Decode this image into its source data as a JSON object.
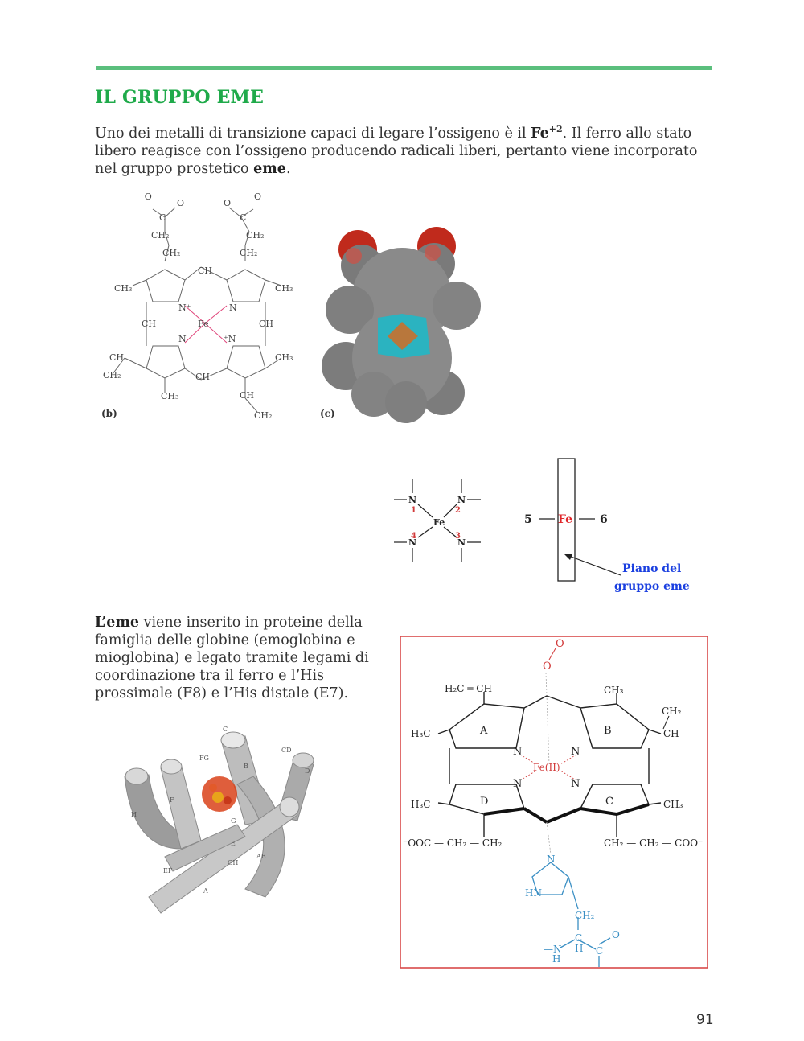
{
  "heading": "IL GRUPPO EME",
  "intro": {
    "part1": "Uno dei metalli di transizione capaci di legare l’ossigeno è il ",
    "fe": "Fe",
    "fe_sup": "+2",
    "part2": ". Il ferro allo stato libero reagisce con l’ossigeno producendo radicali liberi, pertanto viene incorporato nel gruppo prostetico ",
    "eme": "eme",
    "part3": "."
  },
  "figure_top": {
    "panel_b_label": "(b)",
    "panel_c_label": "(c)"
  },
  "coordination_figure": {
    "n_label": "N",
    "fe_label": "Fe",
    "numbers": [
      "1",
      "2",
      "3",
      "4"
    ],
    "axial_left": "5",
    "axial_right": "6",
    "plane_label_line1": "Piano del",
    "plane_label_line2": "gruppo eme"
  },
  "para2": {
    "bold": "L’eme",
    "rest": " viene inserito in proteine della famiglia delle globine (emoglobina e mioglobina) e legato tramite legami di coordinazione tra il ferro e l’His prossimale (F8) e l’His distale (E7)."
  },
  "globin_figure": {
    "helix_labels": [
      "C",
      "CD",
      "D",
      "FG",
      "B",
      "F",
      "H",
      "E",
      "G",
      "AB",
      "GH",
      "EF",
      "A"
    ]
  },
  "heme_box": {
    "o2_top": "O",
    "o2_bottom": "O",
    "fe": "Fe(II)",
    "rings": [
      "A",
      "B",
      "C",
      "D"
    ],
    "n": "N",
    "vinyl_left": "H₂C ═ CH",
    "vinyl_right_top": "CH₂",
    "vinyl_right_bottom": "CH",
    "ch3": "CH₃",
    "h3c": "H₃C",
    "propionate_left": "⁻OOC — CH₂ — CH₂",
    "propionate_right": "CH₂ — CH₂ — COO⁻",
    "his_n": "N",
    "his_hn": "HN",
    "his_ch2": "CH₂",
    "his_c": "C",
    "his_h": "H",
    "his_nh_n": "—N",
    "his_nh_h": "H",
    "his_co_c": "C",
    "his_co_o": "O"
  },
  "page_number": "91",
  "colors": {
    "title_green": "#1faa4a",
    "rule_green": "#5bbf7d",
    "box_red": "#d94a4a",
    "his_blue": "#3a8fc4",
    "label_blue": "#1a3fe0",
    "fe_red": "#e0262a"
  }
}
